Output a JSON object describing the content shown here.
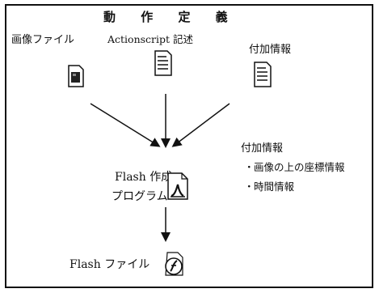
{
  "diagram": {
    "title": "動 作 定 義",
    "inputs": {
      "image_file": "画像ファイル",
      "actionscript": "Actionscript 記述",
      "additional_info": "付加情報"
    },
    "program": {
      "line1": "Flash 作成",
      "line2": "プログラム"
    },
    "output": "Flash ファイル",
    "info_box": {
      "title": "付加情報",
      "items": [
        "画像の上の座標情報",
        "時間情報"
      ],
      "bullet": "・"
    }
  }
}
